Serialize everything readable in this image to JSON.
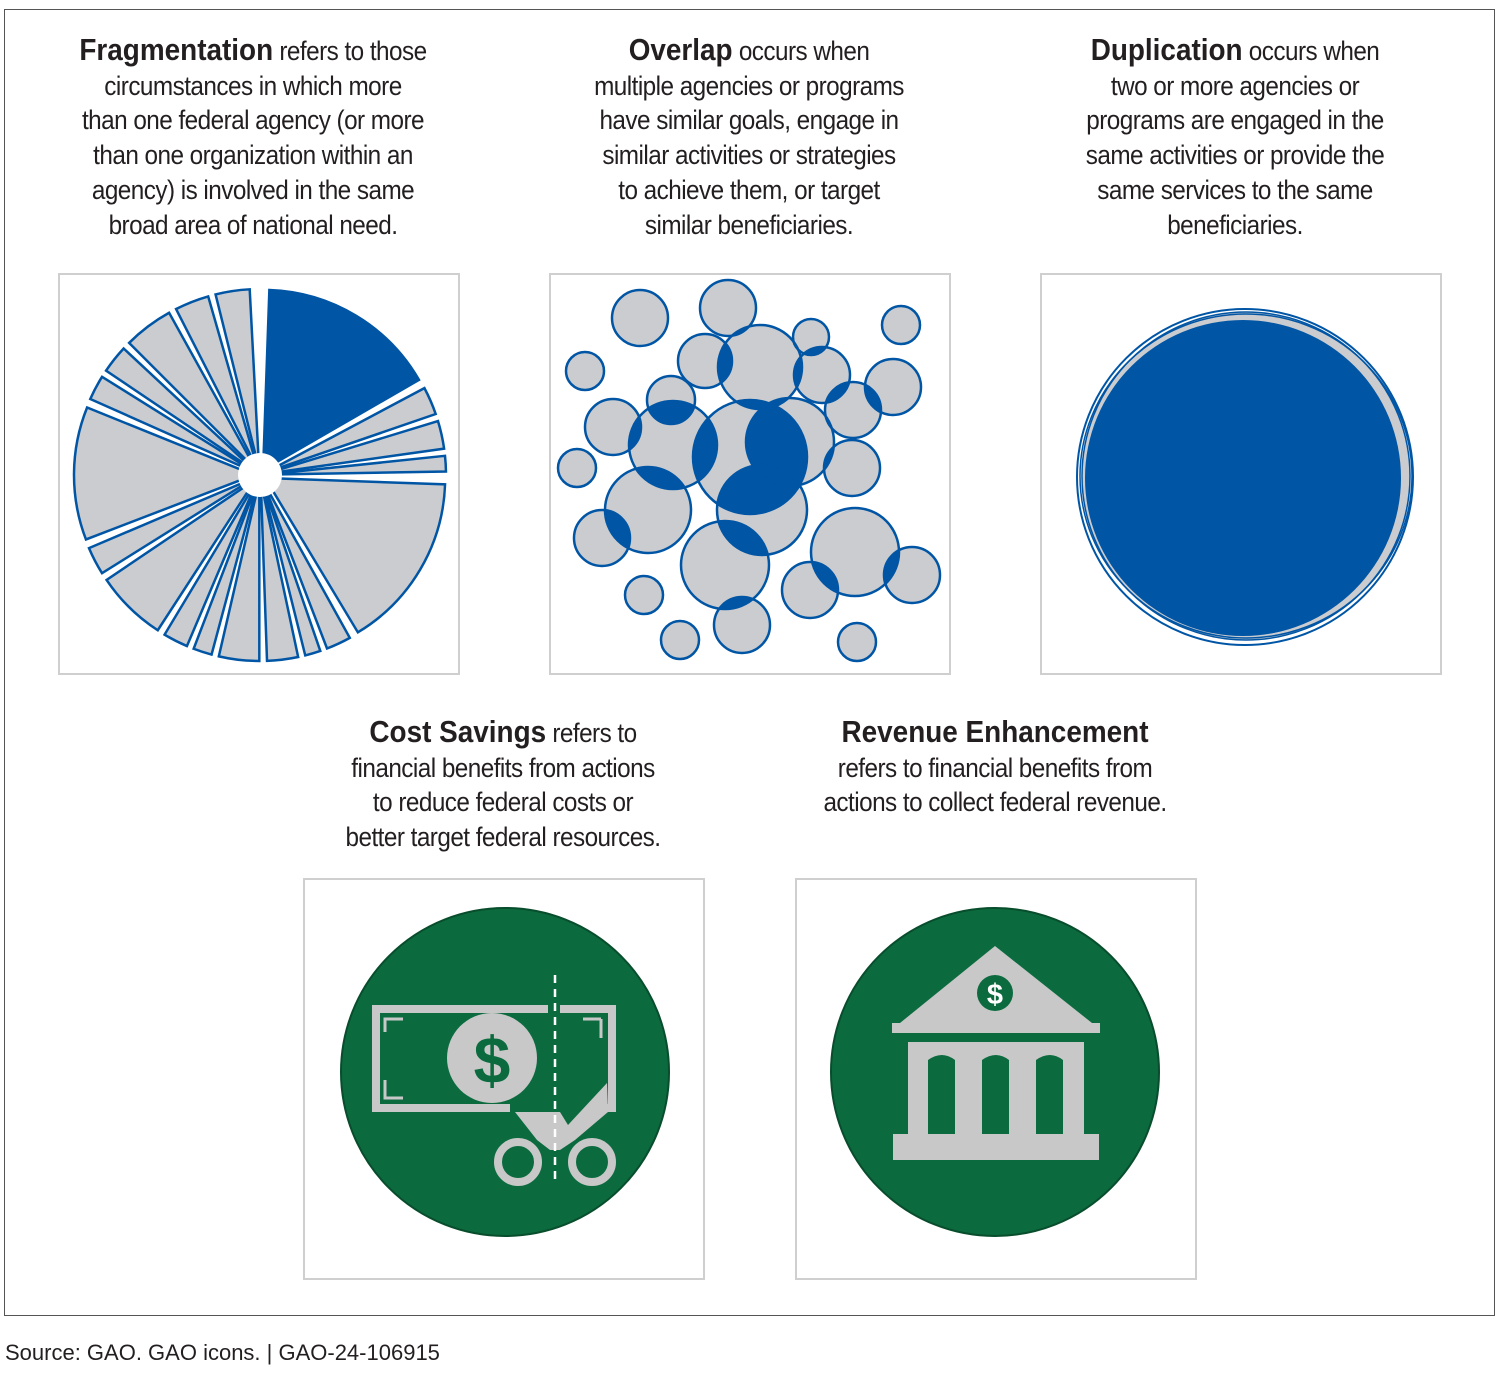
{
  "definitions": [
    {
      "term": "Fragmentation",
      "lines": [
        "refers to those",
        "circumstances in which more",
        "than one federal agency (or more",
        "than one organization within an",
        "agency) is involved in the same",
        "broad area of national need."
      ]
    },
    {
      "term": "Overlap",
      "lines": [
        "occurs when",
        "multiple agencies or programs",
        "have similar goals, engage in",
        "similar activities or strategies",
        "to achieve them, or target",
        "similar beneficiaries."
      ]
    },
    {
      "term": "Duplication",
      "lines": [
        "occurs when",
        "two or more agencies or",
        "programs are engaged in the",
        "same activities or provide the",
        "same services to the same",
        "beneficiaries."
      ]
    },
    {
      "term": "Cost Savings",
      "lines": [
        "refers to",
        "financial benefits from actions",
        "to reduce federal costs or",
        "better target federal resources."
      ]
    },
    {
      "term": "Revenue Enhancement",
      "lines": [
        "",
        "refers to financial benefits from",
        "actions to collect federal revenue."
      ]
    }
  ],
  "icons": {
    "dollar": "$"
  },
  "source": "Source: GAO. GAO icons.  |  GAO-24-106915",
  "colors": {
    "blue": "#0055a5",
    "gray": "#cbcccf",
    "green": "#0b6b3e",
    "greenDark": "#084d2c",
    "iconGray": "#c8c8c8"
  }
}
